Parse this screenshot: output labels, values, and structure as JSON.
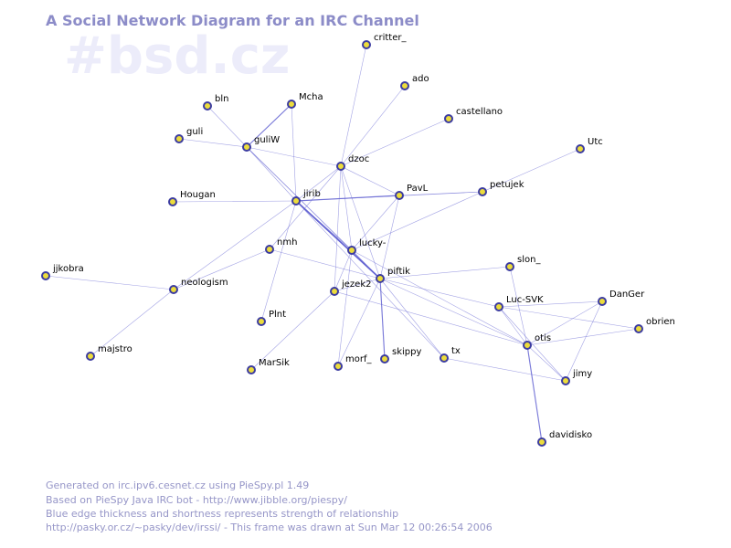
{
  "title": "A Social Network Diagram for an IRC Channel",
  "channel": "#bsd.cz",
  "colors": {
    "title": "#8c8cc8",
    "watermark": "#ececfa",
    "node_fill": "#ecdc3c",
    "node_stroke": "#3c3ca0",
    "edge": "#6464d2",
    "footer": "#9696c8"
  },
  "footer": {
    "line1": "Generated on irc.ipv6.cesnet.cz using PieSpy.pl 1.49",
    "line2": "Based on PieSpy Java IRC bot - http://www.jibble.org/piespy/",
    "line3": "Blue edge thickness and shortness represents strength of relationship",
    "line4": "http://pasky.or.cz/~pasky/dev/irssi/ - This frame was drawn at Sun Mar 12 00:26:54 2006"
  },
  "nodes": [
    {
      "id": "critter_",
      "label": "critter_"
    },
    {
      "id": "ado",
      "label": "ado"
    },
    {
      "id": "bln",
      "label": "bln"
    },
    {
      "id": "Mcha",
      "label": "Mcha"
    },
    {
      "id": "castellano",
      "label": "castellano"
    },
    {
      "id": "guli",
      "label": "guli"
    },
    {
      "id": "guliW",
      "label": "guliW"
    },
    {
      "id": "dzoc",
      "label": "dzoc"
    },
    {
      "id": "Utc",
      "label": "Utc"
    },
    {
      "id": "PavL",
      "label": "PavL"
    },
    {
      "id": "petujek",
      "label": "petujek"
    },
    {
      "id": "Hougan",
      "label": "Hougan"
    },
    {
      "id": "jirib",
      "label": "jirib"
    },
    {
      "id": "nmh",
      "label": "nmh"
    },
    {
      "id": "lucky-",
      "label": "lucky-"
    },
    {
      "id": "slon_",
      "label": "slon_"
    },
    {
      "id": "jjkobra",
      "label": "jjkobra"
    },
    {
      "id": "piftik",
      "label": "piftik"
    },
    {
      "id": "neologism",
      "label": "neologism"
    },
    {
      "id": "jezek2",
      "label": "jezek2"
    },
    {
      "id": "Luc-SVK",
      "label": "Luc-SVK"
    },
    {
      "id": "DanGer",
      "label": "DanGer"
    },
    {
      "id": "Plnt",
      "label": "Plnt"
    },
    {
      "id": "obrien",
      "label": "obrien"
    },
    {
      "id": "otis",
      "label": "otis"
    },
    {
      "id": "majstro",
      "label": "majstro"
    },
    {
      "id": "tx",
      "label": "tx"
    },
    {
      "id": "skippy",
      "label": "skippy"
    },
    {
      "id": "morf_",
      "label": "morf_"
    },
    {
      "id": "MarSik",
      "label": "MarSik"
    },
    {
      "id": "jimy",
      "label": "jimy"
    },
    {
      "id": "davidisko",
      "label": "davidisko"
    }
  ],
  "edges": [
    {
      "from": "dzoc",
      "to": "critter_",
      "weight": 1
    },
    {
      "from": "dzoc",
      "to": "ado",
      "weight": 1
    },
    {
      "from": "dzoc",
      "to": "castellano",
      "weight": 1
    },
    {
      "from": "dzoc",
      "to": "guliW",
      "weight": 1
    },
    {
      "from": "dzoc",
      "to": "PavL",
      "weight": 1
    },
    {
      "from": "dzoc",
      "to": "jirib",
      "weight": 1
    },
    {
      "from": "dzoc",
      "to": "lucky-",
      "weight": 1
    },
    {
      "from": "dzoc",
      "to": "piftik",
      "weight": 1
    },
    {
      "from": "dzoc",
      "to": "jezek2",
      "weight": 1
    },
    {
      "from": "dzoc",
      "to": "nmh",
      "weight": 1
    },
    {
      "from": "guliW",
      "to": "Mcha",
      "weight": 2
    },
    {
      "from": "guliW",
      "to": "bln",
      "weight": 1
    },
    {
      "from": "guliW",
      "to": "guli",
      "weight": 1
    },
    {
      "from": "guliW",
      "to": "jirib",
      "weight": 1
    },
    {
      "from": "guliW",
      "to": "lucky-",
      "weight": 1
    },
    {
      "from": "guliW",
      "to": "piftik",
      "weight": 1
    },
    {
      "from": "Mcha",
      "to": "jirib",
      "weight": 1
    },
    {
      "from": "jirib",
      "to": "Hougan",
      "weight": 1
    },
    {
      "from": "jirib",
      "to": "PavL",
      "weight": 2
    },
    {
      "from": "jirib",
      "to": "petujek",
      "weight": 1
    },
    {
      "from": "jirib",
      "to": "piftik",
      "weight": 3
    },
    {
      "from": "jirib",
      "to": "lucky-",
      "weight": 1
    },
    {
      "from": "jirib",
      "to": "Plnt",
      "weight": 1
    },
    {
      "from": "jirib",
      "to": "neologism",
      "weight": 1
    },
    {
      "from": "jirib",
      "to": "tx",
      "weight": 1
    },
    {
      "from": "PavL",
      "to": "petujek",
      "weight": 1
    },
    {
      "from": "PavL",
      "to": "lucky-",
      "weight": 1
    },
    {
      "from": "PavL",
      "to": "piftik",
      "weight": 1
    },
    {
      "from": "petujek",
      "to": "Utc",
      "weight": 1
    },
    {
      "from": "petujek",
      "to": "lucky-",
      "weight": 1
    },
    {
      "from": "lucky-",
      "to": "piftik",
      "weight": 1
    },
    {
      "from": "lucky-",
      "to": "morf_",
      "weight": 1
    },
    {
      "from": "lucky-",
      "to": "jezek2",
      "weight": 1
    },
    {
      "from": "lucky-",
      "to": "otis",
      "weight": 1
    },
    {
      "from": "nmh",
      "to": "piftik",
      "weight": 1
    },
    {
      "from": "nmh",
      "to": "neologism",
      "weight": 1
    },
    {
      "from": "piftik",
      "to": "slon_",
      "weight": 1
    },
    {
      "from": "piftik",
      "to": "skippy",
      "weight": 2
    },
    {
      "from": "piftik",
      "to": "morf_",
      "weight": 1
    },
    {
      "from": "piftik",
      "to": "jezek2",
      "weight": 1
    },
    {
      "from": "piftik",
      "to": "Luc-SVK",
      "weight": 1
    },
    {
      "from": "piftik",
      "to": "otis",
      "weight": 1
    },
    {
      "from": "piftik",
      "to": "tx",
      "weight": 1
    },
    {
      "from": "jezek2",
      "to": "MarSik",
      "weight": 1
    },
    {
      "from": "jezek2",
      "to": "otis",
      "weight": 1
    },
    {
      "from": "neologism",
      "to": "jjkobra",
      "weight": 1
    },
    {
      "from": "neologism",
      "to": "majstro",
      "weight": 1
    },
    {
      "from": "Luc-SVK",
      "to": "DanGer",
      "weight": 1
    },
    {
      "from": "Luc-SVK",
      "to": "otis",
      "weight": 1
    },
    {
      "from": "Luc-SVK",
      "to": "obrien",
      "weight": 1
    },
    {
      "from": "Luc-SVK",
      "to": "jimy",
      "weight": 1
    },
    {
      "from": "DanGer",
      "to": "otis",
      "weight": 1
    },
    {
      "from": "DanGer",
      "to": "jimy",
      "weight": 1
    },
    {
      "from": "otis",
      "to": "obrien",
      "weight": 1
    },
    {
      "from": "otis",
      "to": "jimy",
      "weight": 1
    },
    {
      "from": "otis",
      "to": "davidisko",
      "weight": 2
    },
    {
      "from": "otis",
      "to": "slon_",
      "weight": 1
    },
    {
      "from": "tx",
      "to": "jimy",
      "weight": 1
    }
  ]
}
